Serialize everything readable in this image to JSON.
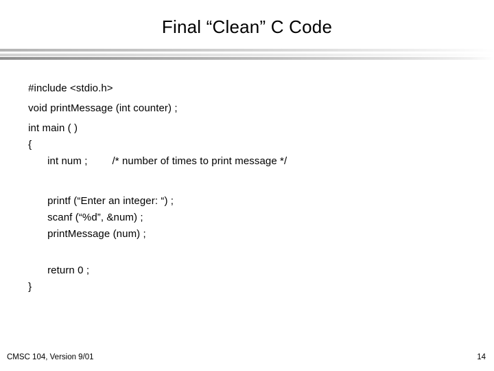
{
  "slide": {
    "title": "Final “Clean” C Code",
    "background_color": "#ffffff",
    "text_color": "#000000"
  },
  "divider": {
    "name": "title-divider-bar",
    "gradient_from": "#8e8e8e",
    "gradient_to": "#ffffff"
  },
  "code": {
    "lines": [
      {
        "id": "line-include",
        "text": "#include <stdio.h>"
      },
      {
        "id": "line-blank-1",
        "text": ""
      },
      {
        "id": "line-prototype",
        "text": "void printMessage (int counter) ;"
      },
      {
        "id": "line-blank-2",
        "text": ""
      },
      {
        "id": "line-main",
        "text": "int main ( )"
      },
      {
        "id": "line-open-brace",
        "text": "{"
      },
      {
        "id": "line-decl",
        "indent": 1,
        "text": "int num ;",
        "comment": "/* number of times to print message */"
      },
      {
        "id": "line-blank-3",
        "text": ""
      },
      {
        "id": "line-printf",
        "indent": 1,
        "text": "printf (“Enter an integer: “) ;"
      },
      {
        "id": "line-scanf",
        "indent": 1,
        "text": "scanf (“%d”, &num) ;"
      },
      {
        "id": "line-call",
        "indent": 1,
        "text": "printMessage (num) ;"
      },
      {
        "id": "line-blank-4",
        "text": ""
      },
      {
        "id": "line-return",
        "indent": 1,
        "text": "return 0 ;"
      },
      {
        "id": "line-close-brace",
        "text": "}"
      }
    ]
  },
  "footer": {
    "course": "CMSC 104, Version 9/01",
    "page_number": "14"
  }
}
